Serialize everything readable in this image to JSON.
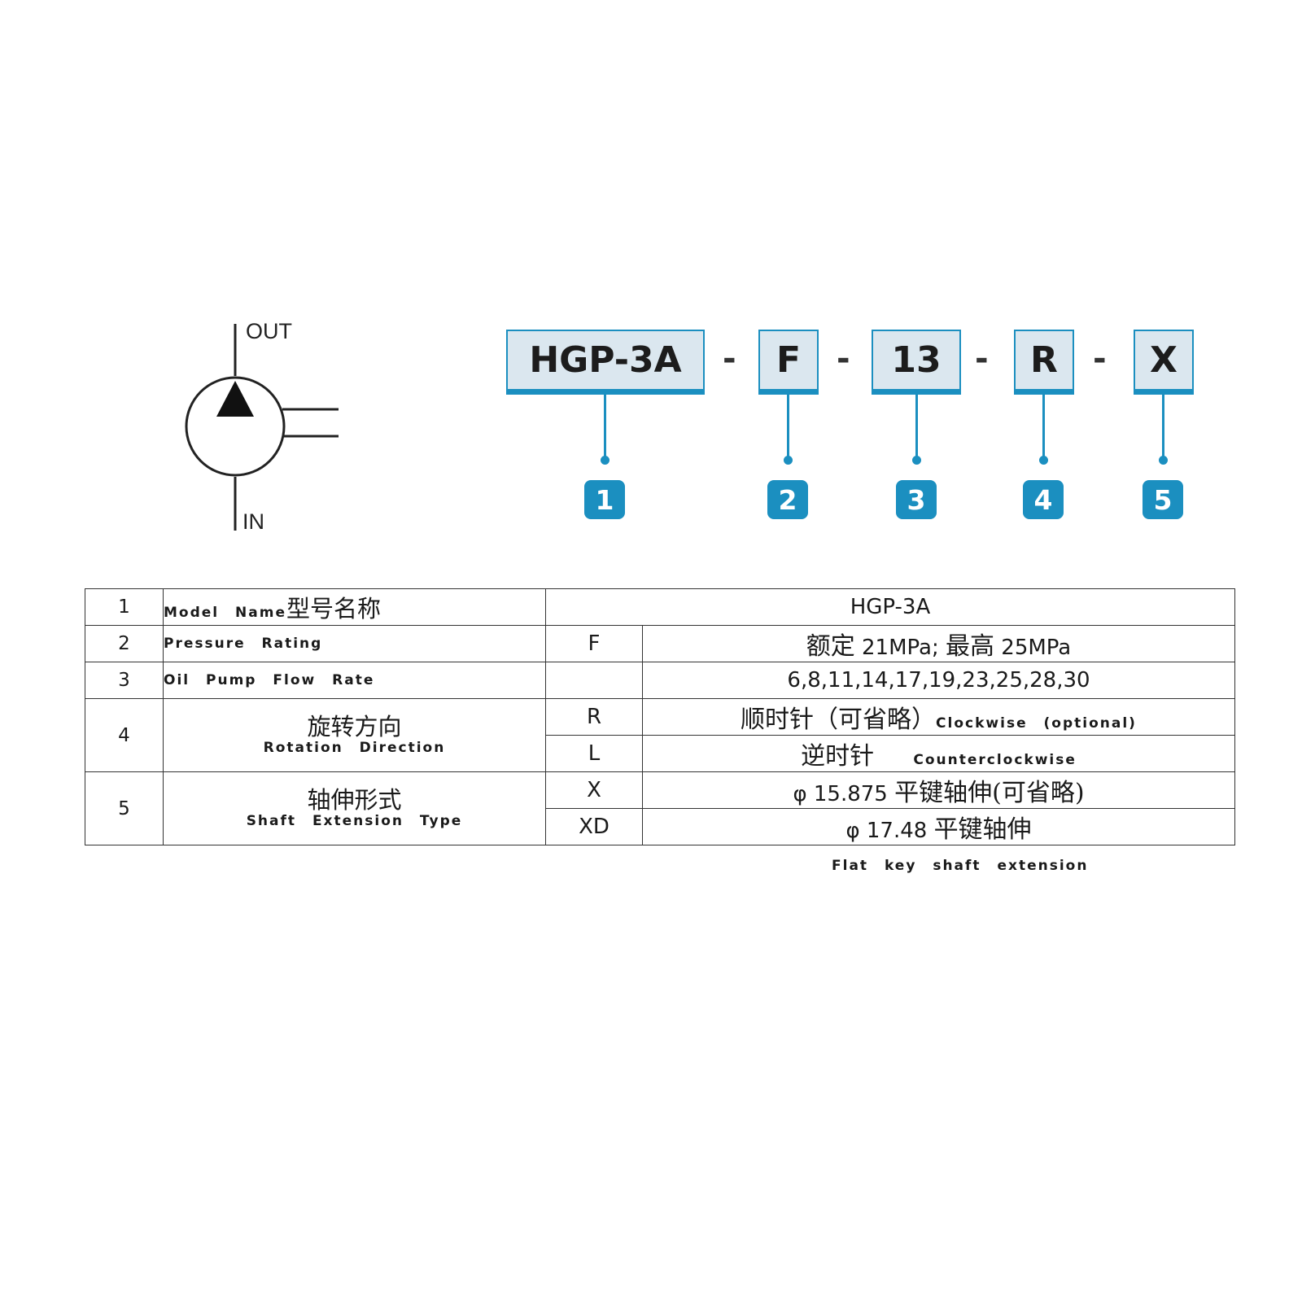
{
  "symbol": {
    "out_label": "OUT",
    "in_label": "IN"
  },
  "model_code": {
    "segments": [
      {
        "text": "HGP-3A",
        "badge": "1"
      },
      {
        "text": "F",
        "badge": "2"
      },
      {
        "text": "13",
        "badge": "3"
      },
      {
        "text": "R",
        "badge": "4"
      },
      {
        "text": "X",
        "badge": "5"
      }
    ],
    "separator": "-",
    "accent_color": "#1b8fc0",
    "box_fill": "#dbe7ef"
  },
  "table": {
    "rows": [
      {
        "index": "1",
        "item_en": "Model  Name",
        "item_cn": "型号名称",
        "value": "HGP-3A"
      },
      {
        "index": "2",
        "item_en": "Pressure  Rating",
        "code": "F",
        "value_cn_a": "额定",
        "value_a": "21MPa;",
        "value_cn_b": "最高",
        "value_b": "25MPa"
      },
      {
        "index": "3",
        "item_en": "Oil  Pump  Flow  Rate",
        "code": "",
        "value": "6,8,11,14,17,19,23,25,28,30"
      },
      {
        "index": "4",
        "item_cn": "旋转方向",
        "item_en": "Rotation  Direction",
        "options": [
          {
            "code": "R",
            "value_cn": "顺时针（可省略）",
            "value_en": "Clockwise  (optional)"
          },
          {
            "code": "L",
            "value_cn": "逆时针",
            "value_en": "Counterclockwise"
          }
        ]
      },
      {
        "index": "5",
        "item_cn": "轴伸形式",
        "item_en": "Shaft  Extension  Type",
        "options": [
          {
            "code": "X",
            "value_num": "φ 15.875",
            "value_cn": "平键轴伸(可省略)"
          },
          {
            "code": "XD",
            "value_num": "φ 17.48",
            "value_cn": "平键轴伸"
          }
        ]
      }
    ],
    "note_below": "Flat  key  shaft  extension"
  }
}
